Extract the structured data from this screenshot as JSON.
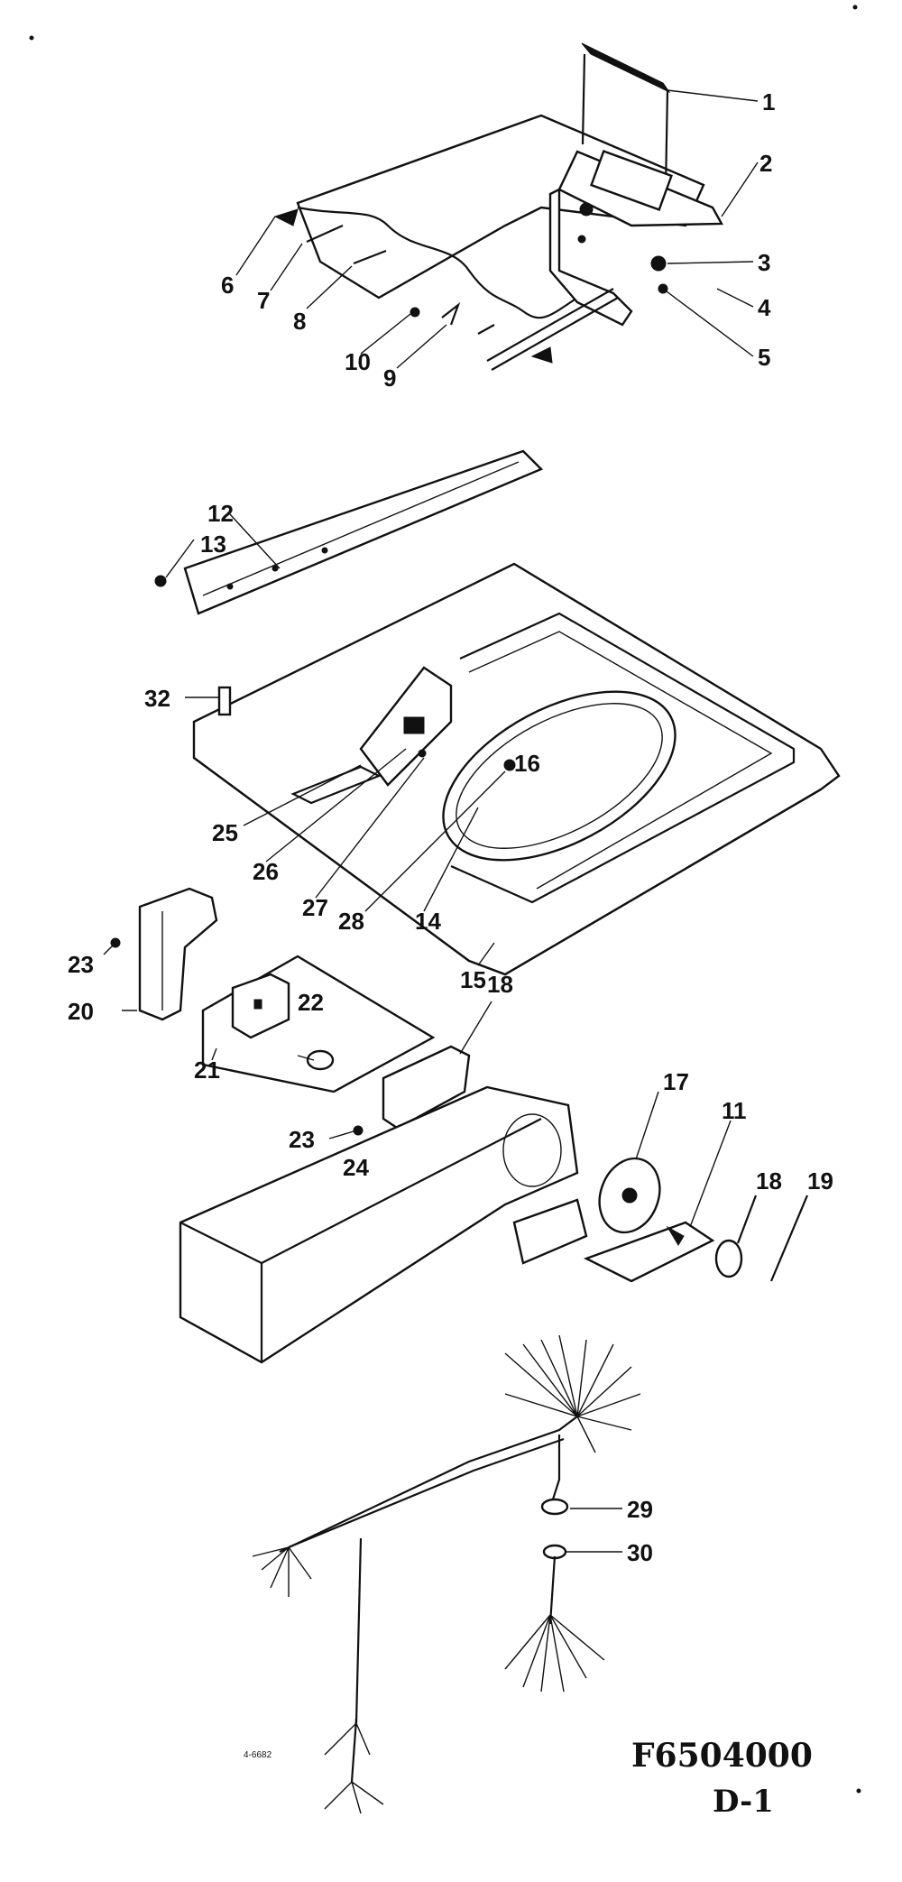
{
  "document": {
    "part_number": "F6504000",
    "page_code": "D-1",
    "tiny_note": "4-6682"
  },
  "callouts": [
    "1",
    "2",
    "3",
    "4",
    "5",
    "6",
    "7",
    "8",
    "9",
    "10",
    "12",
    "13",
    "32",
    "25",
    "26",
    "27",
    "28",
    "14",
    "15",
    "16",
    "23",
    "20",
    "21",
    "22",
    "18",
    "23",
    "24",
    "17",
    "11",
    "18",
    "19",
    "29",
    "30"
  ]
}
